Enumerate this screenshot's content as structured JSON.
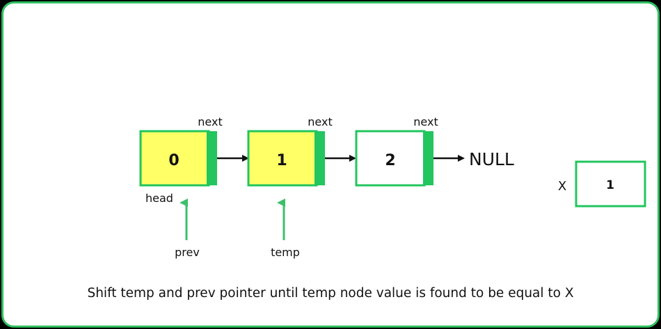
{
  "nodes": [
    {
      "value": "0",
      "next_label": "next",
      "highlighted": true
    },
    {
      "value": "1",
      "next_label": "next",
      "highlighted": true
    },
    {
      "value": "2",
      "next_label": "next",
      "highlighted": false
    }
  ],
  "null_label": "NULL",
  "head_label": "head",
  "pointers": {
    "prev": "prev",
    "temp": "temp"
  },
  "x_box": {
    "label": "X",
    "value": "1"
  },
  "caption": "Shift temp and prev pointer until temp node value is found to be equal to X",
  "colors": {
    "frame": "#2fbf5f",
    "node_fill": "#ffff66",
    "next_bar": "#22c55e",
    "pointer_arrow": "#3cc06b"
  }
}
